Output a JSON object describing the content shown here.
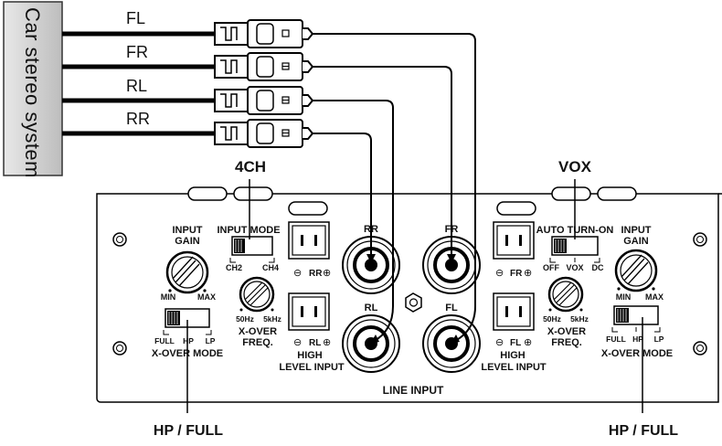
{
  "source_label": "Car stereo system",
  "channels": [
    "FL",
    "FR",
    "RL",
    "RR"
  ],
  "labels": {
    "mode_4ch": "4CH",
    "vox": "VOX",
    "hp_full_left": "HP / FULL",
    "hp_full_right": "HP / FULL",
    "line_input": "LINE INPUT"
  },
  "left_panel": {
    "input_gain": [
      "INPUT",
      "GAIN"
    ],
    "gain_min": "MIN",
    "gain_max": "MAX",
    "input_mode": "INPUT MODE",
    "ch2": "CH2",
    "ch4": "CH4",
    "xover_opts": [
      "FULL",
      "HP",
      "LP"
    ],
    "xover_mode": "X-OVER MODE",
    "freq_lo": "50Hz",
    "freq_hi": "5kHz",
    "xover_freq": [
      "X-OVER",
      "FREQ."
    ]
  },
  "right_panel": {
    "auto_turn_on": "AUTO TURN-ON",
    "auto_opts": [
      "OFF",
      "VOX",
      "DC"
    ],
    "input_gain": [
      "INPUT",
      "GAIN"
    ],
    "gain_min": "MIN",
    "gain_max": "MAX",
    "xover_opts": [
      "FULL",
      "HP",
      "LP"
    ],
    "xover_mode": "X-OVER MODE",
    "freq_lo": "50Hz",
    "freq_hi": "5kHz",
    "xover_freq": [
      "X-OVER",
      "FREQ."
    ]
  },
  "high_level": {
    "rr": "RR",
    "rl": "RL",
    "fr": "FR",
    "fl": "FL",
    "label_left": [
      "HIGH",
      "LEVEL INPUT"
    ],
    "label_right": [
      "HIGH",
      "LEVEL INPUT"
    ]
  },
  "rca_labels": [
    "RR",
    "FR",
    "RL",
    "FL"
  ]
}
